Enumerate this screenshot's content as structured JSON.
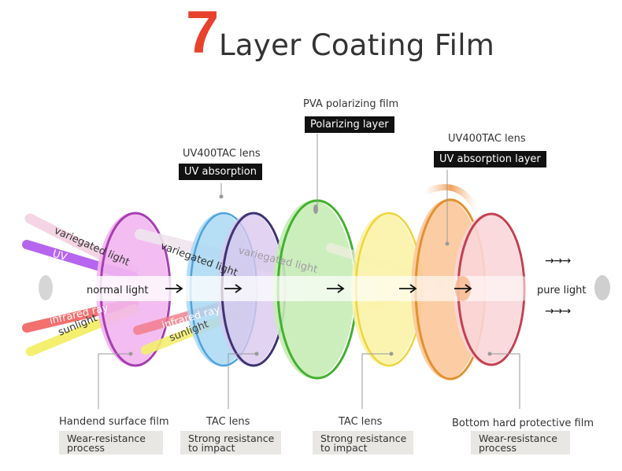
{
  "title": {
    "number": "7",
    "text": "Layer Coating Film"
  },
  "top_labels": {
    "pva_caption": "PVA polarizing film",
    "pva_tag": "Polarizing layer",
    "uv400_left_caption": "UV400TAC lens",
    "uv400_left_tag": "UV absorption",
    "uv400_right_caption": "UV400TAC lens",
    "uv400_right_tag": "UV absorption layer"
  },
  "rays": {
    "variegated": "variegated light",
    "uv": "UV",
    "normal": "normal light",
    "infrared": "infrared ray",
    "sunlight": "sunlight",
    "variegated_2": "variegated light",
    "variegated_3": "variegated light",
    "infrared_2": "infrared ray",
    "sunlight_2": "sunlight",
    "pure": "pure light",
    "output_arrows": "→→→"
  },
  "bottom_labels": [
    {
      "caption": "Handend surface film",
      "desc": [
        "Wear-resistance",
        "process"
      ]
    },
    {
      "caption": "TAC lens",
      "desc": [
        "Strong resistance",
        "to impact"
      ]
    },
    {
      "caption": "TAC lens",
      "desc": [
        "Strong resistance",
        "to impact"
      ]
    },
    {
      "caption": "Bottom hard protective film",
      "desc": [
        "Wear-resistance",
        "process"
      ]
    }
  ],
  "colors": {
    "accent": "#e8412c",
    "pink_lens": "#f2b6f0",
    "blue_lens": "#a9d8f3",
    "lavender_lens": "#d9c8ee",
    "green_lens": "#c7ecb6",
    "yellow_lens": "#fbf3a8",
    "orange_lens": "#fcc89a",
    "rose_lens": "#f9d6d8"
  }
}
